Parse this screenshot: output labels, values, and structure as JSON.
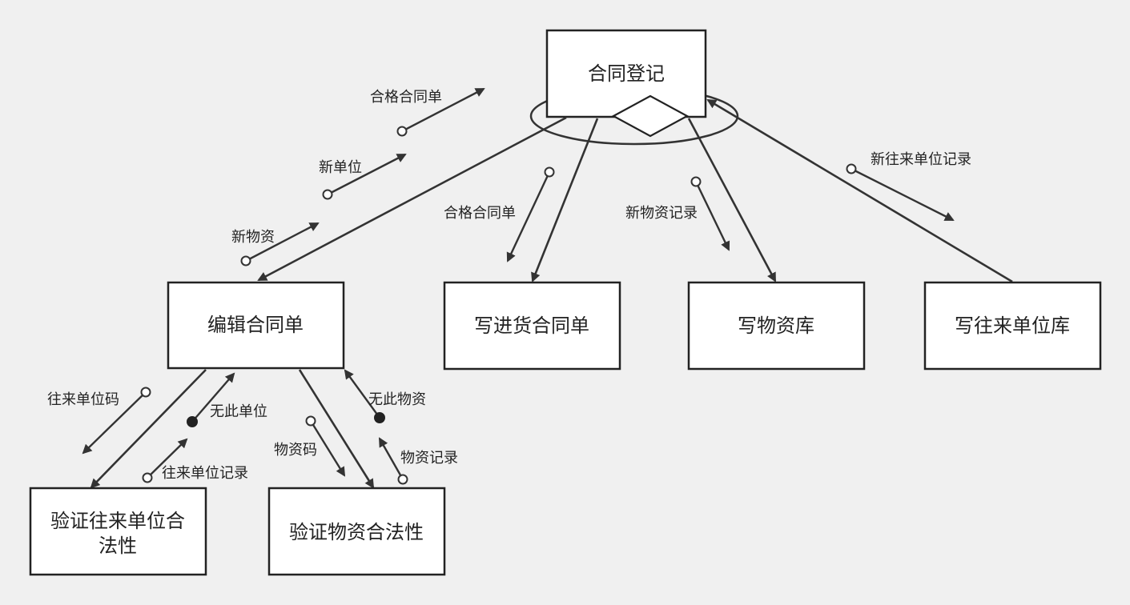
{
  "title": "合同登记结构图",
  "colors": {
    "background": "#f0f0f0",
    "box_fill": "#ffffff",
    "line": "#333333"
  },
  "nodes": {
    "root": "合同登记",
    "edit": "编辑合同单",
    "write_purchase": "写进货合同单",
    "write_material": "写物资库",
    "write_partner": "写往来单位库",
    "verify_partner_line1": "验证往来单位合",
    "verify_partner_line2": "法性",
    "verify_material": "验证物资合法性"
  },
  "flows": {
    "qualified_contract_up": "合格合同单",
    "new_unit": "新单位",
    "new_material": "新物资",
    "qualified_contract_down": "合格合同单",
    "new_material_record": "新物资记录",
    "new_partner_record": "新往来单位记录",
    "partner_code": "往来单位码",
    "no_such_unit": "无此单位",
    "partner_record": "往来单位记录",
    "material_code": "物资码",
    "no_such_material": "无此物资",
    "material_record": "物资记录"
  },
  "icons": {
    "data_couple": "open-circle",
    "control_flag": "filled-circle",
    "iteration": "ellipse-loop",
    "selection": "diamond"
  }
}
